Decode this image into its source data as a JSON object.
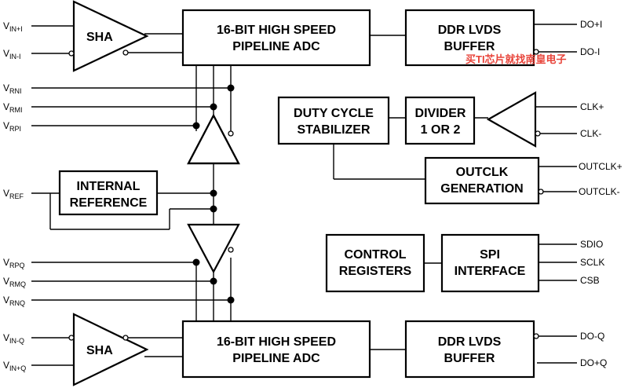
{
  "blocks": {
    "sha_i": "SHA",
    "sha_q": "SHA",
    "adc_i": [
      "16-BIT HIGH SPEED",
      "PIPELINE ADC"
    ],
    "adc_q": [
      "16-BIT HIGH SPEED",
      "PIPELINE ADC"
    ],
    "lvds_i": [
      "DDR LVDS",
      "BUFFER"
    ],
    "lvds_q": [
      "DDR LVDS",
      "BUFFER"
    ],
    "duty_cycle": [
      "DUTY CYCLE",
      "STABILIZER"
    ],
    "divider": [
      "DIVIDER",
      "1 OR 2"
    ],
    "outclk_gen": [
      "OUTCLK",
      "GENERATION"
    ],
    "internal_ref": [
      "INTERNAL",
      "REFERENCE"
    ],
    "control_regs": [
      "CONTROL",
      "REGISTERS"
    ],
    "spi": [
      "SPI",
      "INTERFACE"
    ]
  },
  "pins_left": {
    "vin_plus_i": {
      "main": "V",
      "sub": "IN+I"
    },
    "vin_minus_i": {
      "main": "V",
      "sub": "IN-I"
    },
    "vrni": {
      "main": "V",
      "sub": "RNI"
    },
    "vrmi": {
      "main": "V",
      "sub": "RMI"
    },
    "vrpi": {
      "main": "V",
      "sub": "RPI"
    },
    "vref": {
      "main": "V",
      "sub": "REF"
    },
    "vrpq": {
      "main": "V",
      "sub": "RPQ"
    },
    "vrmq": {
      "main": "V",
      "sub": "RMQ"
    },
    "vrnq": {
      "main": "V",
      "sub": "RNQ"
    },
    "vin_minus_q": {
      "main": "V",
      "sub": "IN-Q"
    },
    "vin_plus_q": {
      "main": "V",
      "sub": "IN+Q"
    }
  },
  "pins_right": {
    "do_plus_i": "DO+I",
    "do_minus_i": "DO-I",
    "clk_plus": "CLK+",
    "clk_minus": "CLK-",
    "outclk_plus": "OUTCLK+",
    "outclk_minus": "OUTCLK-",
    "sdio": "SDIO",
    "sclk": "SCLK",
    "csb": "CSB",
    "do_minus_q": "DO-Q",
    "do_plus_q": "DO+Q"
  },
  "watermark": "买TI芯片就找南皇电子",
  "colors": {
    "watermark": "#e8443a",
    "ink": "#000000"
  }
}
